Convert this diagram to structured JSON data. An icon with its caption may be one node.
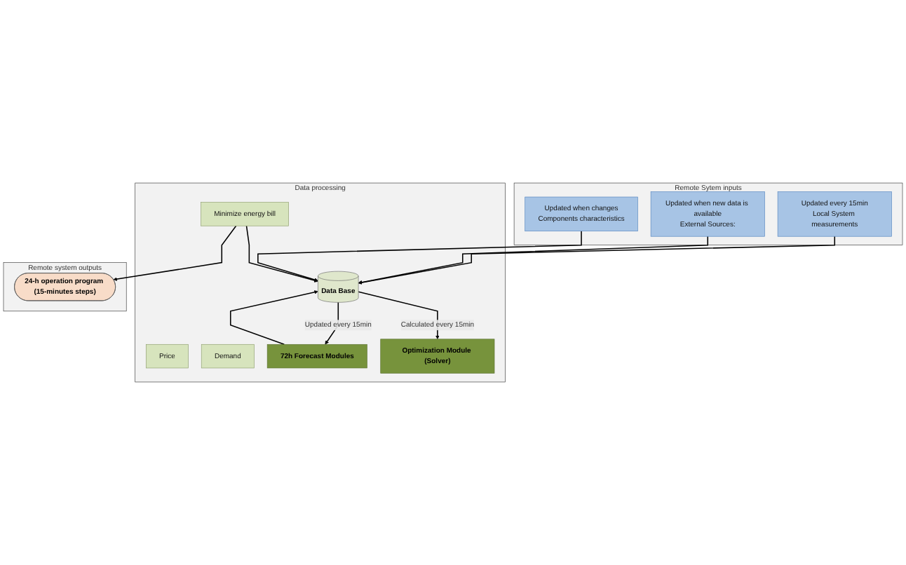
{
  "diagram": {
    "nodes": [
      {
        "text": [
          "Remote Sytem inputs"
        ]
      },
      {
        "text": [
          "Updated every 15min",
          "Local System measurements"
        ],
        "in": 0
      },
      {
        "text": [
          "Updated when new data is available",
          "External Sources:"
        ],
        "in": 0
      },
      {
        "text": [
          "Updated when changes",
          "Components characteristics"
        ],
        "in": 0
      },
      {
        "text": [
          "Data processing"
        ]
      },
      {
        "text": [
          "Price"
        ],
        "in": 4
      },
      {
        "text": [
          "Demand"
        ],
        "in": 4
      },
      {
        "text": [
          "72h Forecast Modules"
        ],
        "in": 4
      },
      {
        "text": [
          "Data Base"
        ],
        "in": 4
      },
      {
        "text": [
          "Optimization Module (Solver)"
        ],
        "in": 4
      },
      {
        "text": [
          "Minimize energy bill"
        ],
        "in": 4
      },
      {
        "text": [
          "Remote system outputs"
        ]
      },
      {
        "text": [
          "24-h operation program (15-minutes steps)"
        ],
        "in": 11
      }
    ],
    "edges": [
      {
        "from": 1,
        "to": 8,
        "arrow": "to"
      },
      {
        "from": 2,
        "to": 8,
        "arrow": "to"
      },
      {
        "from": 3,
        "to": 8,
        "arrow": "to"
      },
      {
        "from": 8,
        "to": 7,
        "arrow": "to",
        "label": "Updated every 15min"
      },
      {
        "from": 7,
        "to": 8,
        "arrow": "to"
      },
      {
        "from": 8,
        "to": 9,
        "arrow": "to",
        "label": "Calculated every 15min"
      },
      {
        "from": 10,
        "to": 8,
        "arrow": "to"
      },
      {
        "from": 10,
        "to": 12,
        "arrow": "to"
      }
    ]
  }
}
